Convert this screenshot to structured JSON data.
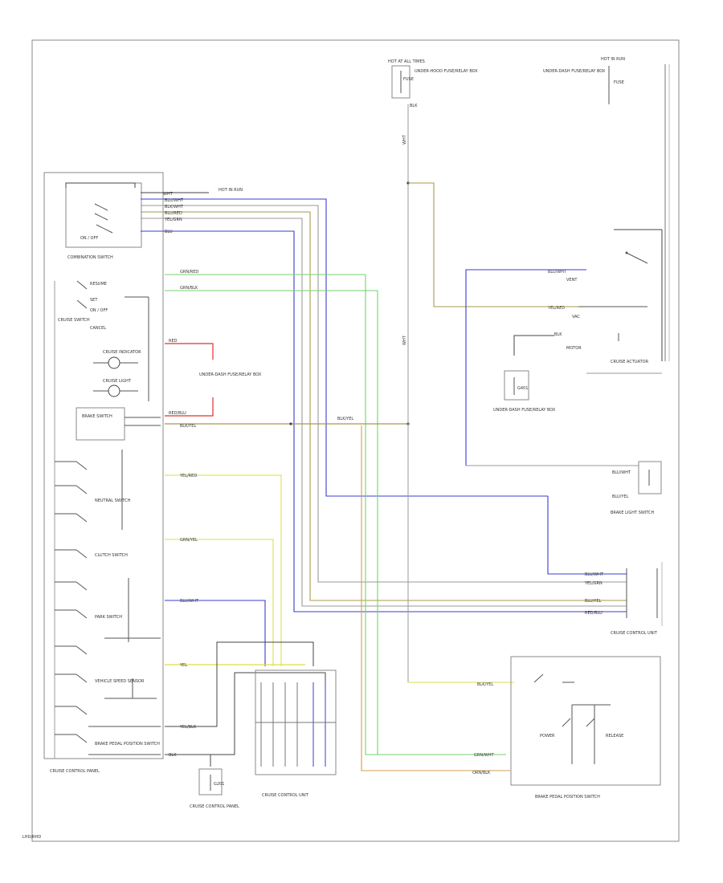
{
  "colors": {
    "blue": "#3b3bd6",
    "green": "#6fd66f",
    "yellow": "#dede4a",
    "olive": "#a89a4a",
    "red": "#e03030",
    "orange": "#d2a050",
    "gray": "#9a9a9a",
    "dark": "#444444"
  },
  "labels": {
    "hot_at_all_times": "HOT AT ALL TIMES",
    "fuse_text": "FUSE",
    "fuse_box": "UNDER-HOOD FUSE/RELAY BOX",
    "hot_in_run": "HOT IN RUN",
    "under_dash_fuse": "UNDER-DASH FUSE/RELAY BOX",
    "fuse_left": "FUSE",
    "combination_switch": "COMBINATION SWITCH",
    "cruise_switch": "CRUISE SWITCH",
    "resume": "RESUME",
    "set": "SET",
    "on_off": "ON / OFF",
    "cancel": "CANCEL",
    "brake_switch": "BRAKE SWITCH",
    "neutral_switch": "NEUTRAL SWITCH",
    "clutch_switch": "CLUTCH SWITCH",
    "park_switch": "PARK SWITCH",
    "vehicle_speed": "VEHICLE SPEED SENSOR",
    "cruise_control_panel": "CRUISE CONTROL PANEL",
    "cruise_indicator": "CRUISE INDICATOR",
    "cruise_light": "CRUISE LIGHT",
    "cruise_control_unit": "CRUISE CONTROL UNIT",
    "brake_light_switch": "BRAKE LIGHT SWITCH",
    "cruise_actuator": "CRUISE ACTUATOR",
    "g_point": "G401",
    "actuator_vent": "VENT",
    "actuator_vac": "VAC",
    "actuator_motor": "MOTOR",
    "brake_pedal_unit": "BRAKE PEDAL POSITION SWITCH",
    "power": "POWER",
    "release": "RELEASE",
    "ground_label": "G201",
    "footer": "LHD/RHD"
  },
  "wires": {
    "w1": "WHT",
    "w2": "BLU/WHT",
    "w3": "BLK/WHT",
    "w4": "BLU/RED",
    "w5": "YEL/GRN",
    "w6": "BLU",
    "w7": "GRN/RED",
    "w8": "GRN/BLK",
    "w9": "RED/BLU",
    "w10": "RED",
    "w11": "BLK/YEL",
    "w12": "YEL/RED",
    "w13": "GRN/YEL",
    "w14": "BLU/WHT",
    "w15": "YEL",
    "w16": "YEL/BLK",
    "w17": "BLK",
    "w18": "BLU/WHT",
    "w19": "BLU/YEL",
    "w20": "GRN/WHT",
    "w21": "ORN/BLK",
    "w22": "BLK/YEL",
    "w23": "BLK"
  }
}
